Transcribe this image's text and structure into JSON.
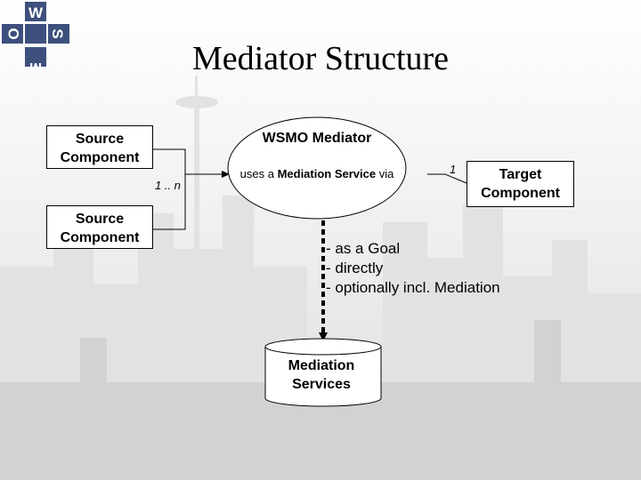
{
  "logo": {
    "letters": [
      "W",
      "S",
      "M",
      "O"
    ],
    "color": "#3d4f7c"
  },
  "title": "Mediator Structure",
  "source_component_1": [
    "Source",
    "Component"
  ],
  "source_component_2": [
    "Source",
    "Component"
  ],
  "target_component": [
    "Target",
    "Component"
  ],
  "mediator": {
    "title": "WSMO Mediator",
    "subtitle_pre": "uses a ",
    "subtitle_bold": "Mediation Service",
    "subtitle_post": " via"
  },
  "multiplicity_source": "1 .. n",
  "multiplicity_target": "1",
  "mediation_options": [
    "- as a Goal",
    "- directly",
    "- optionally incl. Mediation"
  ],
  "mediation_services": [
    "Mediation",
    "Services"
  ]
}
